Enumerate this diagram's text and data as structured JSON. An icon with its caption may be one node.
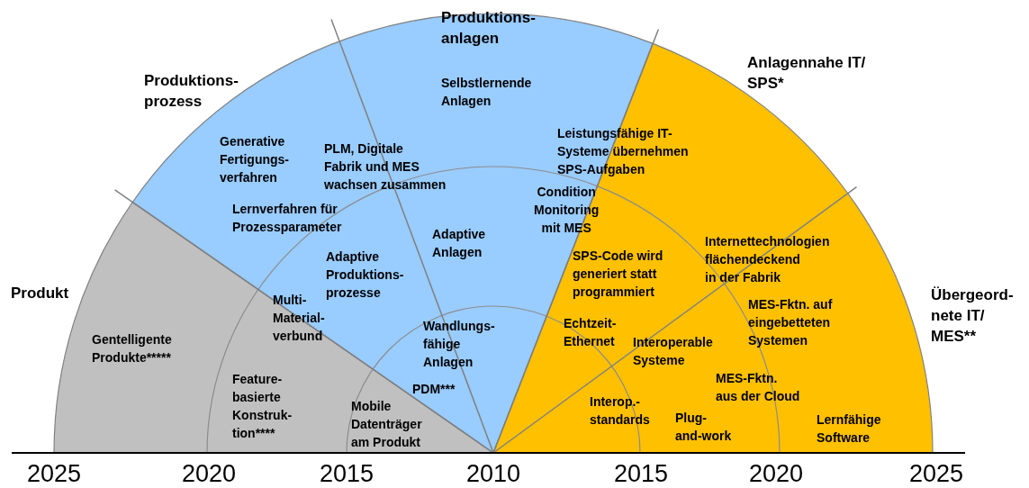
{
  "diagram": {
    "nodes": [
      {
        "text": [
          "Gentelligente Produkte*****",
          "Feature- basierte Konstruk- tion****",
          "Mobile Datenträger am Produkt"
        ]
      },
      {
        "text": [
          "Selbstlernende Anlagen",
          "Generative Fertigungs- verfahren",
          "PLM, Digitale Fabrik und MES wachsen zusammen",
          "Lernverfahren für Prozessparameter",
          "Adaptive Anlagen",
          "Condition Monitoring mit MES",
          "Adaptive Produktions- prozesse",
          "Multi- Material- verbund",
          "Wandlungs- fähige Anlagen",
          "PDM***"
        ]
      },
      {
        "text": [
          "Leistungsfähige IT- Systeme übernehmen SPS-Aufgaben",
          "SPS-Code wird generiert statt programmiert",
          "Internettechnologien flächendeckend in der Fabrik",
          "Echtzeit- Ethernet",
          "Interoperable Systeme",
          "MES-Fktn. auf eingebetteten Systemen",
          "MES-Fktn. aus der Cloud",
          "Interop.- standards",
          "Plug- and-work",
          "Lernfähige Software"
        ]
      }
    ],
    "labels": [
      "Produktions- anlagen",
      "Produktions- prozess",
      "Anlagennahe IT/ SPS*",
      "Produkt",
      "Übergeord- nete IT/ MES**",
      "2025",
      "2020",
      "2015",
      "2010",
      "2015",
      "2020",
      "2025"
    ]
  }
}
